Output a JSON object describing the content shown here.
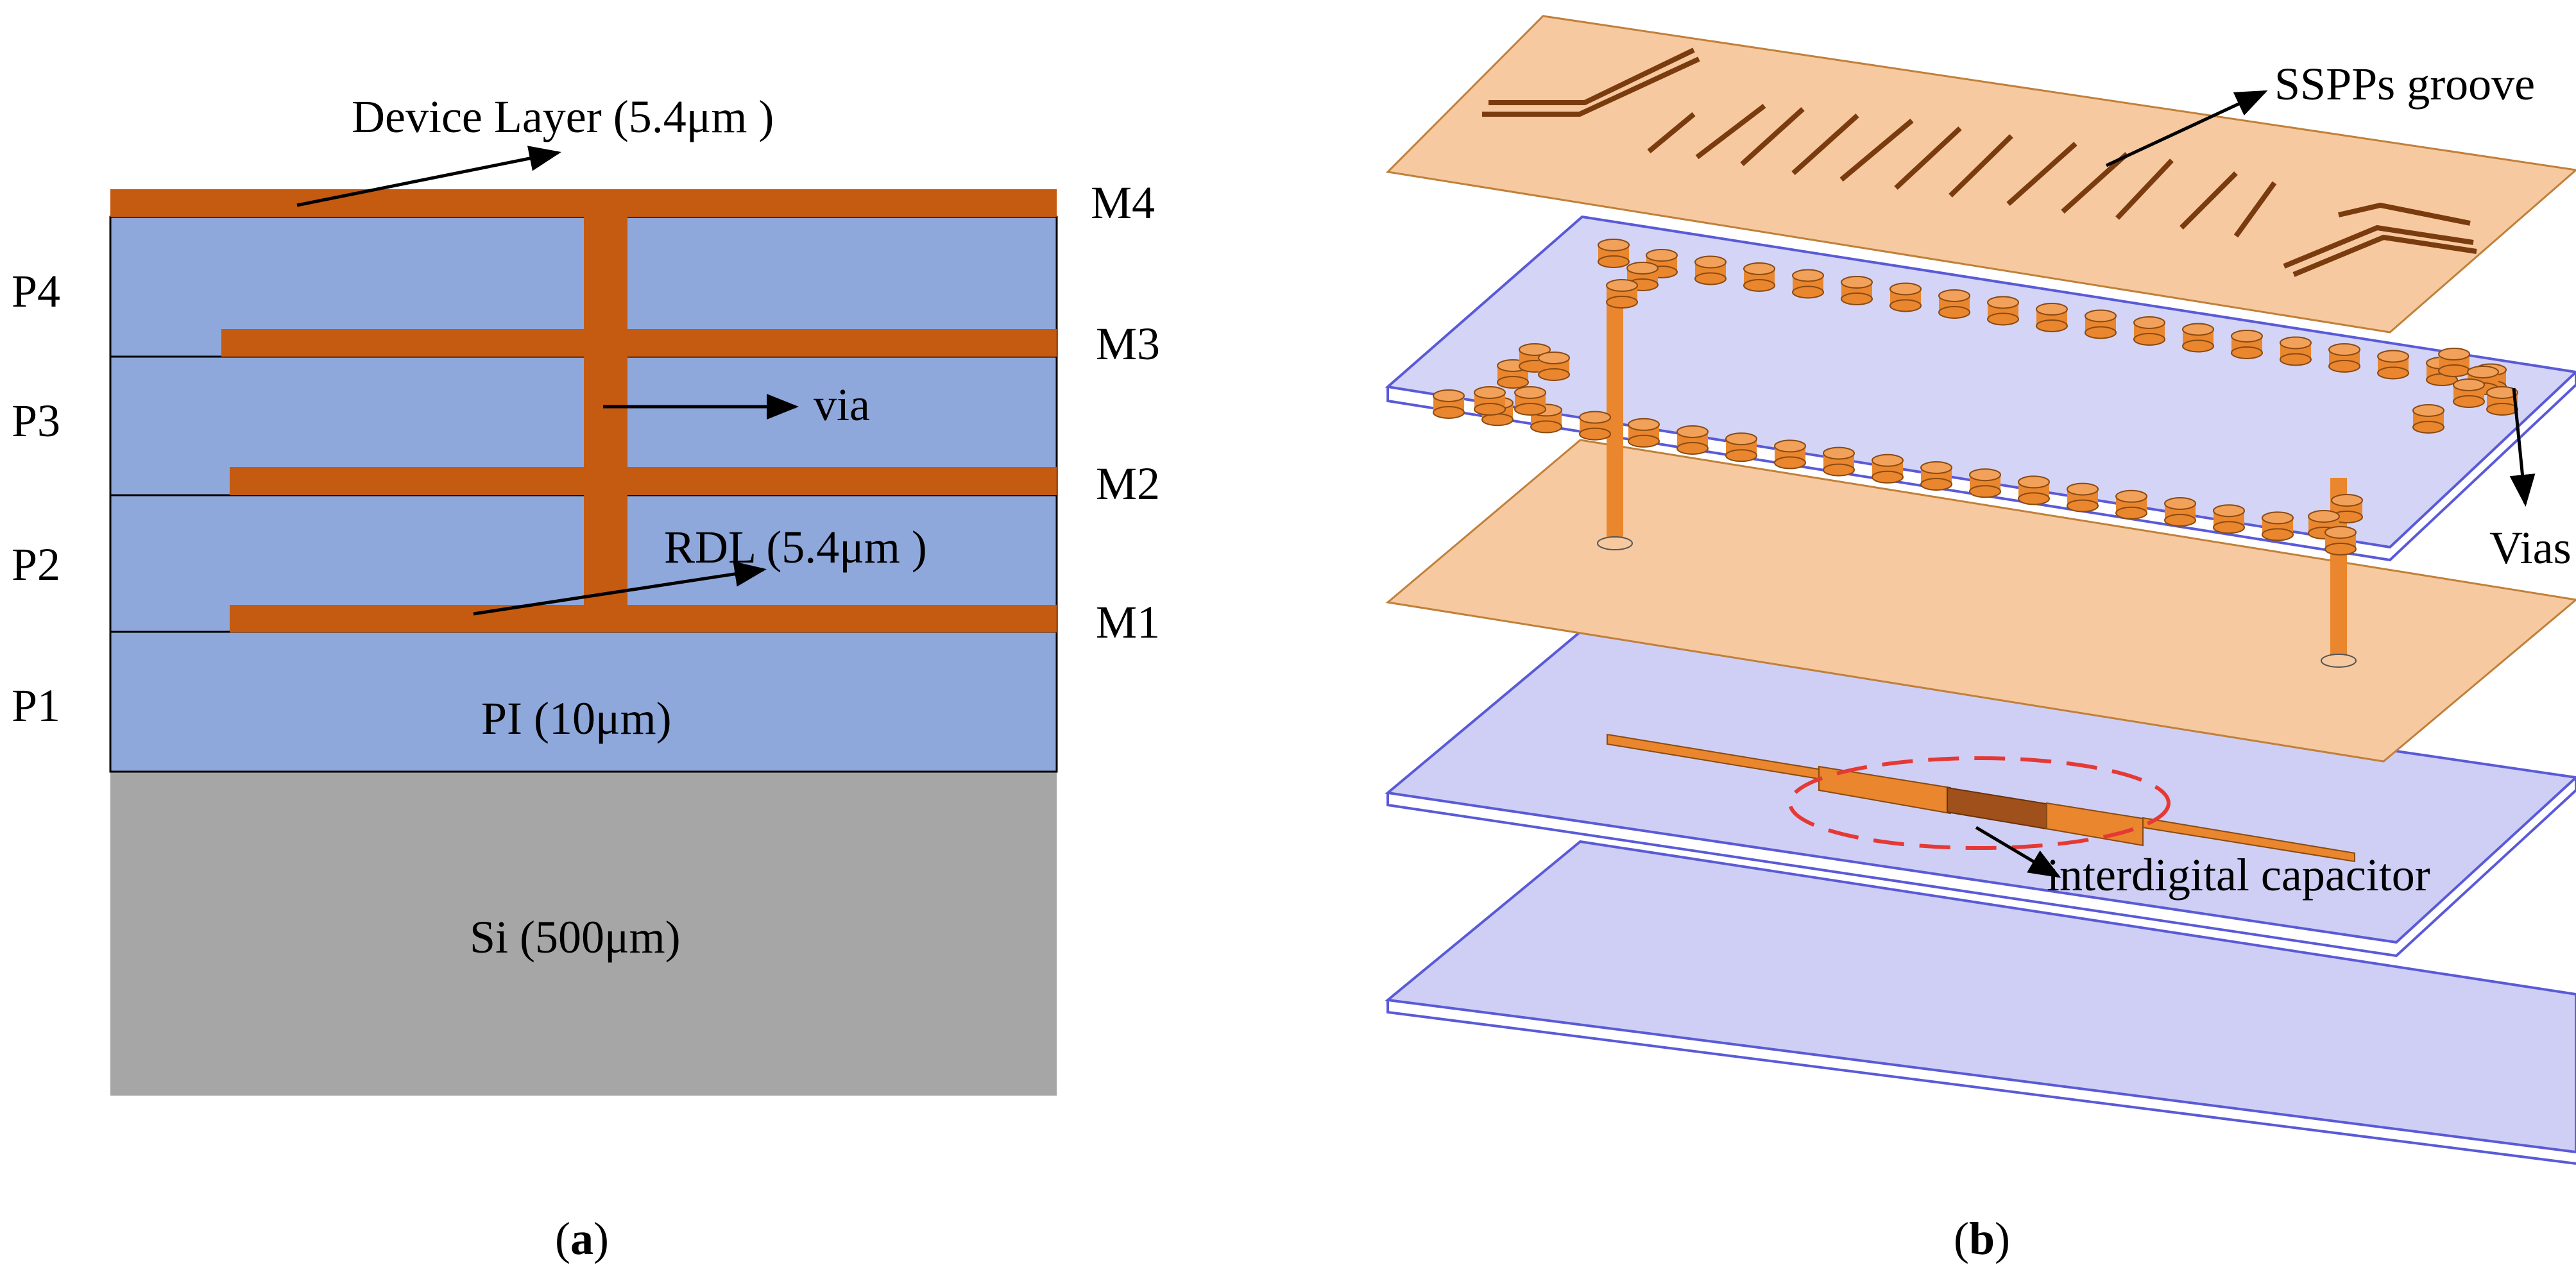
{
  "colors": {
    "polyimide": "#8fa8db",
    "metal": "#c55a11",
    "silicon": "#a6a6a6",
    "substrate_plate": "#cfcff5",
    "copper_plate": "#f7c9a0",
    "via": "#e9862e",
    "highlight": "#e53935"
  },
  "panel_a": {
    "device_layer_label": "Device Layer (5.4μm )",
    "layer_labels": [
      "P4",
      "P3",
      "P2",
      "P1"
    ],
    "metal_labels": [
      "M4",
      "M3",
      "M2",
      "M1"
    ],
    "via_label": "via",
    "rdl_label": "RDL (5.4μm )",
    "pi_label": "PI (10μm)",
    "si_label": "Si (500μm)",
    "caption_open": "(",
    "caption_letter": "a",
    "caption_close": ")"
  },
  "panel_b": {
    "groove_label": "SSPPs groove",
    "vias_label": "Vias",
    "capacitor_label": "interdigital capacitor",
    "caption_open": "(",
    "caption_letter": "b",
    "caption_close": ")"
  }
}
